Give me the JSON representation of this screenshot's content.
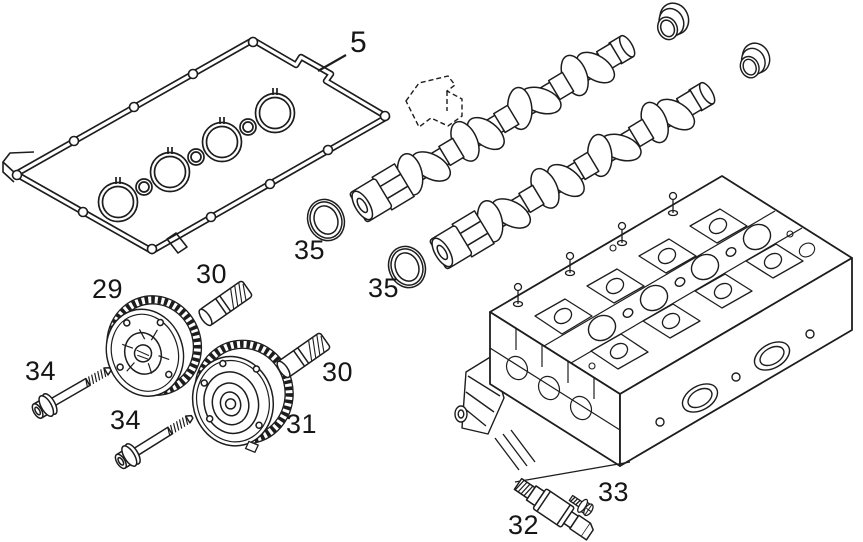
{
  "canvas": {
    "background_color": "#ffffff",
    "line_color": "#1d1d1d"
  },
  "callouts": [
    {
      "part": "valve-cover-gasket",
      "text": "5"
    },
    {
      "part": "camshaft-adjuster-intake",
      "text": "29"
    },
    {
      "part": "dowel-sleeve-upper",
      "text": "30"
    },
    {
      "part": "dowel-sleeve-lower",
      "text": "30"
    },
    {
      "part": "camshaft-adjuster-exhaust",
      "text": "31"
    },
    {
      "part": "camshaft-solenoid-valve",
      "text": "32"
    },
    {
      "part": "solenoid-screw",
      "text": "33"
    },
    {
      "part": "adjuster-bolt-upper",
      "text": "34"
    },
    {
      "part": "adjuster-bolt-lower",
      "text": "34"
    },
    {
      "part": "camshaft-seal-left",
      "text": "35"
    },
    {
      "part": "camshaft-seal-right",
      "text": "35"
    }
  ]
}
